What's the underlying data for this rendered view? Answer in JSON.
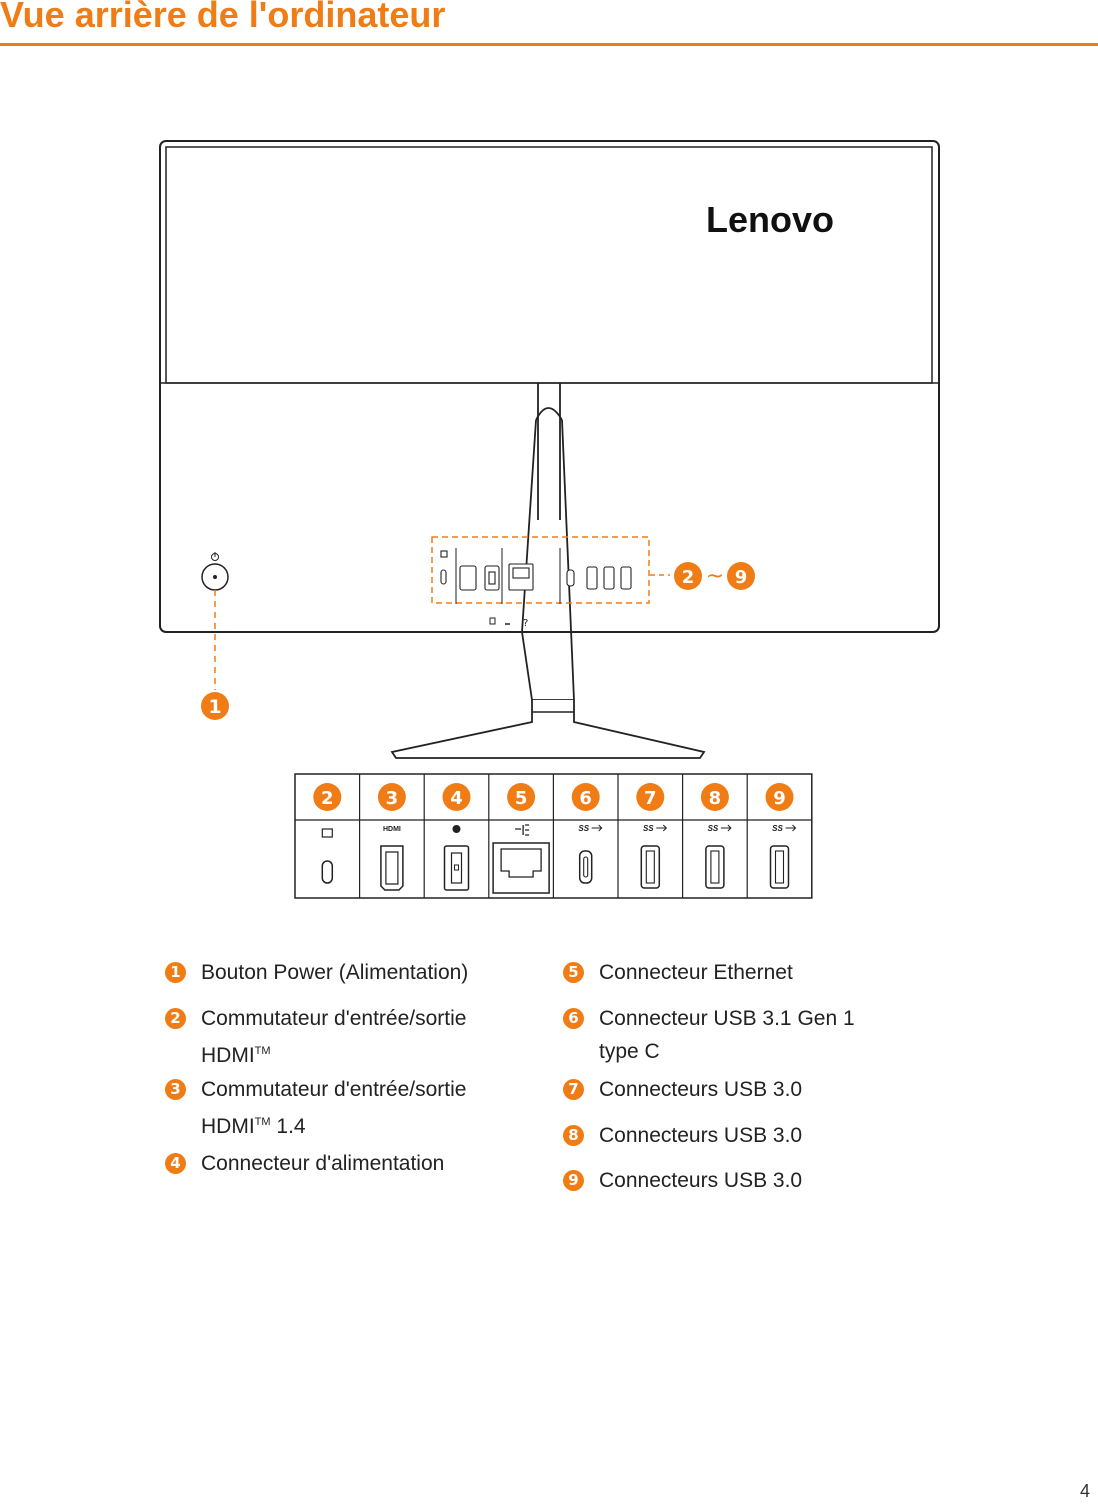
{
  "header": {
    "title": "Vue arrière de l'ordinateur"
  },
  "diagram": {
    "brand_logo": "Lenovo",
    "callout_range": "2~9",
    "callout_one": "1",
    "port_numbers": [
      "2",
      "3",
      "4",
      "5",
      "6",
      "7",
      "8",
      "9"
    ],
    "port_icon_labels": [
      "HDMI",
      "SS"
    ],
    "accent_color": "#f07c16"
  },
  "legend": {
    "left": [
      {
        "num": "1",
        "text": "Bouton Power (Alimentation)"
      },
      {
        "num": "2",
        "text": "Commutateur d'entrée/sortie",
        "text2": "HDMI",
        "sup": "TM",
        "tail": ""
      },
      {
        "num": "3",
        "text": "Commutateur d'entrée/sortie",
        "text2": "HDMI",
        "sup": "TM",
        "tail": " 1.4"
      },
      {
        "num": "4",
        "text": "Connecteur d'alimentation"
      }
    ],
    "right": [
      {
        "num": "5",
        "text": "Connecteur Ethernet"
      },
      {
        "num": "6",
        "text": "Connecteur USB 3.1 Gen 1",
        "text2": "type C"
      },
      {
        "num": "7",
        "text": "Connecteurs USB 3.0"
      },
      {
        "num": "8",
        "text": "Connecteurs USB 3.0"
      },
      {
        "num": "9",
        "text": "Connecteurs USB 3.0"
      }
    ]
  },
  "page_number": "4"
}
